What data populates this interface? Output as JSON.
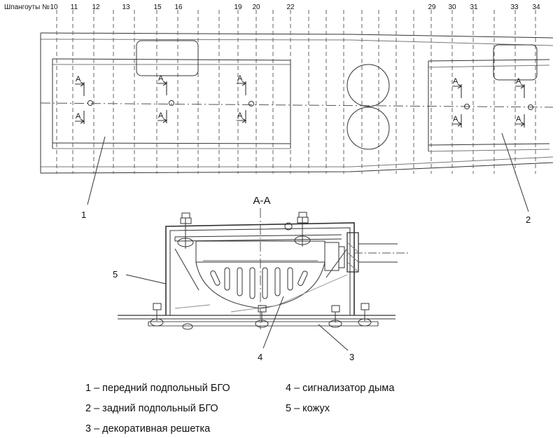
{
  "frames_label": "Шпангоуты №",
  "frame_numbers": [
    "10",
    "11",
    "12",
    "13",
    "15",
    "16",
    "19",
    "20",
    "22",
    "29",
    "30",
    "31",
    "33",
    "34"
  ],
  "section_label": "A",
  "section_title": "А-А",
  "callouts": [
    "1",
    "2",
    "3",
    "4",
    "5"
  ],
  "legend": [
    "1 – передний подпольный БГО",
    "2 – задний подпольный БГО",
    "3 – декоративная решетка",
    "4 – сигнализатор дыма",
    "5 – кожух"
  ]
}
